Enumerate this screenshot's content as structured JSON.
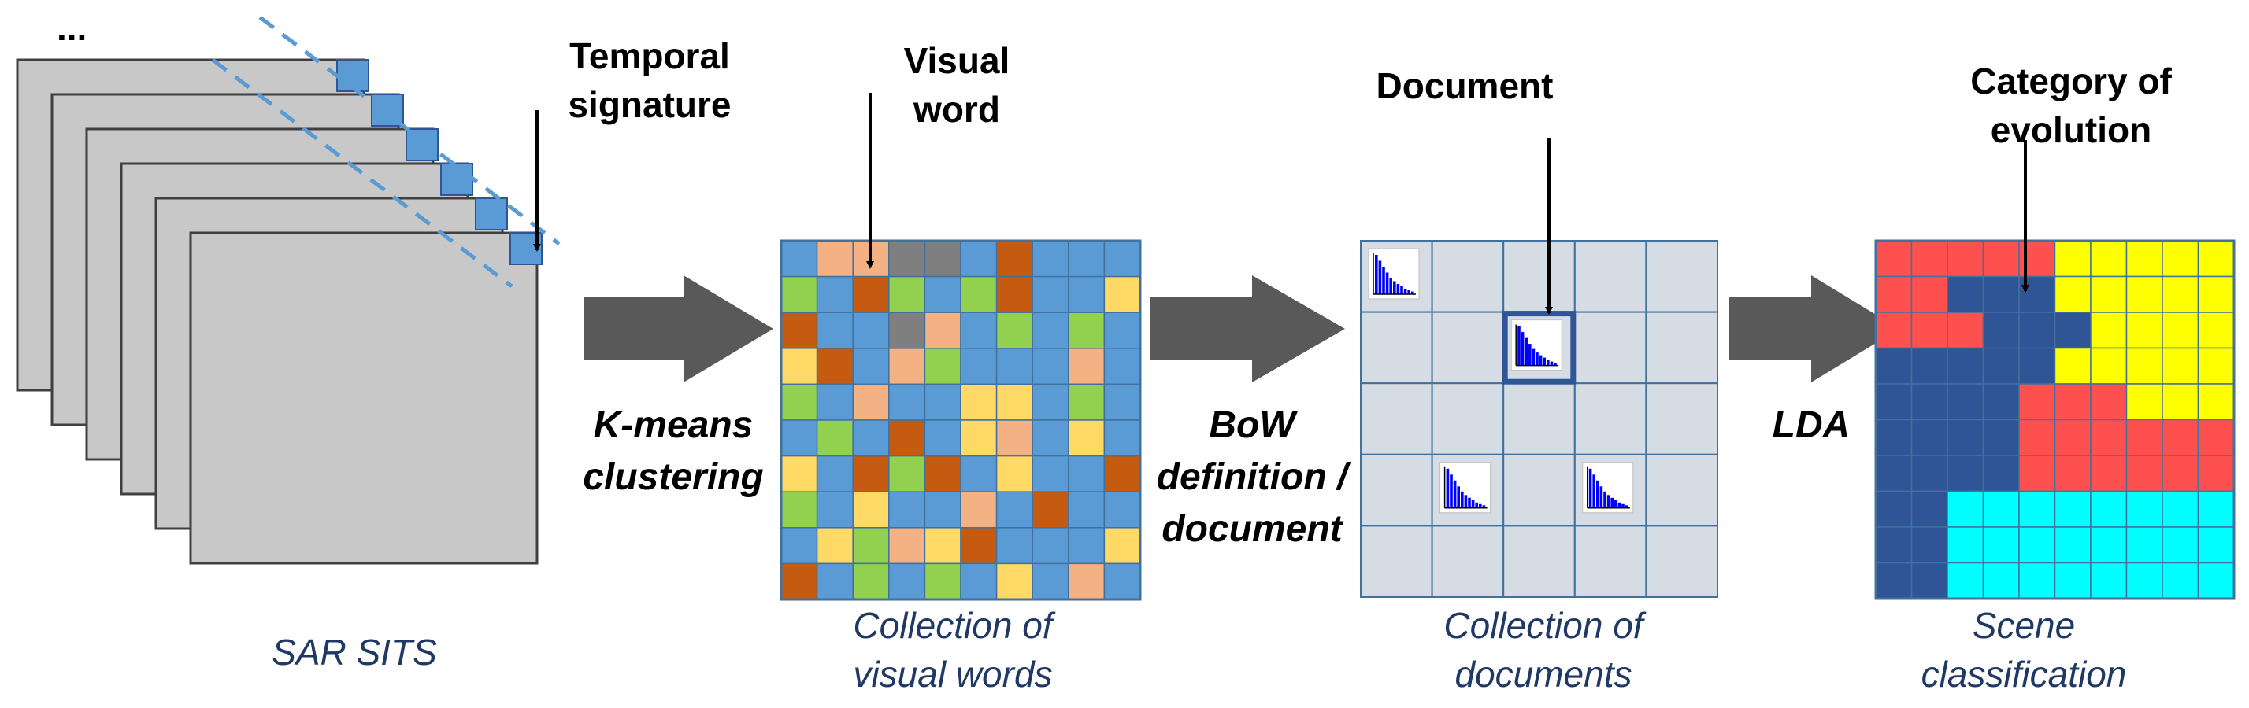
{
  "stack_ellipsis": "...",
  "labels": {
    "temporal_signature": [
      "Temporal",
      "signature"
    ],
    "visual_word": [
      "Visual",
      "word"
    ],
    "document": "Document",
    "category": [
      "Category of",
      "evolution"
    ]
  },
  "steps": {
    "kmeans": [
      "K-means",
      "clustering"
    ],
    "bow": [
      "BoW",
      "definition /",
      "document"
    ],
    "lda": "LDA"
  },
  "captions": {
    "sar": "SAR SITS",
    "visual_words": [
      "Collection of",
      "visual words"
    ],
    "documents": [
      "Collection of",
      "documents"
    ],
    "scene": [
      "Scene",
      "classification"
    ]
  },
  "colors": {
    "stack_fill": "#c8c8c8",
    "signature_blue": "#5b9bd5",
    "dashed_line": "#5b9bd5",
    "arrow_gray": "#595959",
    "caption_text": "#1f3864",
    "word_blue": "#5b9bd5",
    "word_orange": "#c55a11",
    "word_peach": "#f4b183",
    "word_gray": "#7f7f7f",
    "word_green": "#92d050",
    "word_yellow": "#ffd966",
    "doc_cell": "#d6dce4",
    "doc_highlight": "#2f5597",
    "class_red": "#ff5050",
    "class_navy": "#2f5597",
    "class_yellow": "#ffff00",
    "class_cyan": "#00ffff"
  },
  "visual_words_grid": [
    "BPPGGBOBBB",
    "GBOGBGOBBY",
    "OBBGPBGBGB",
    "YOBPGBBBPB",
    "GBPBBYYBGB",
    "BGBOBYPBYB",
    "YBOGOBYBBO",
    "GBYBBPBOBB",
    "BYGPYOBBBY",
    "OBGBGBYBPB"
  ],
  "documents_grid": {
    "rows": 5,
    "cols": 5,
    "histogram_cells": [
      [
        0,
        0
      ],
      [
        1,
        2
      ],
      [
        3,
        1
      ],
      [
        3,
        3
      ]
    ],
    "highlight_cell": [
      1,
      2
    ]
  },
  "scene_grid": [
    "RRRRRYYYYY",
    "RRNNNYYYYY",
    "RRRNNNYYYY",
    "NNNNNYYYYY",
    "NNNNRRRYYY",
    "NNNNRRRRRR",
    "NNNNRRRRRR",
    "NNCCCCCCCC",
    "NNCCCCCCCC",
    "NNCCCCCCCC"
  ]
}
